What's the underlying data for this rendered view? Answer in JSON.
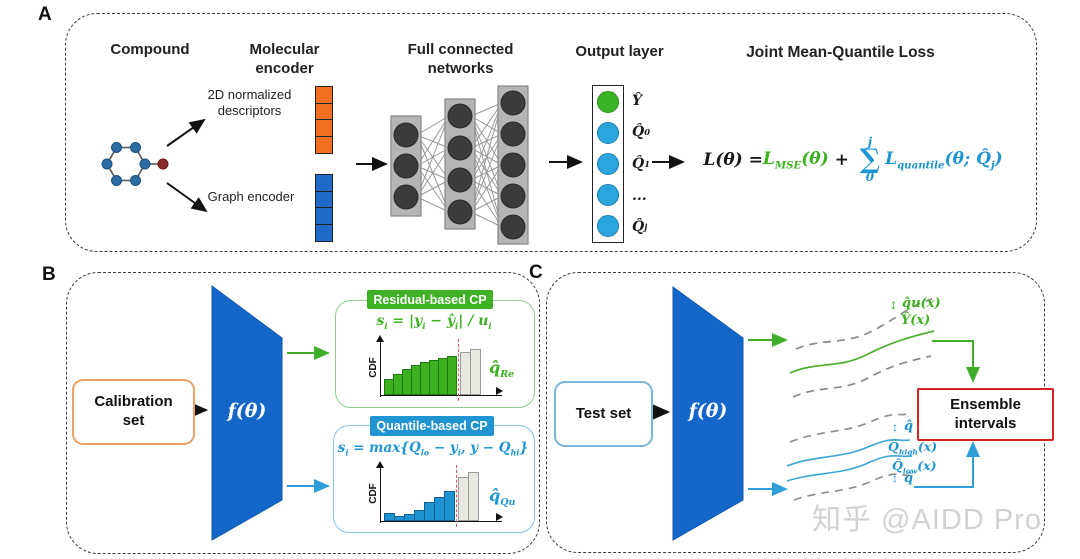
{
  "colors": {
    "accent_green": "#3cb01f",
    "accent_blue": "#1d95d2",
    "trapezoid_blue": "#1467c8",
    "orange_encoder": "#f36f21",
    "blue_encoder": "#1f6ac8",
    "output_green": "#3cb226",
    "output_blue": "#2aa6dc",
    "ensemble_red": "#d92121",
    "gray_bar": "#e8e8e1",
    "red_dashed": "#e2574c"
  },
  "panels": {
    "a": {
      "label": "A",
      "compound_title": "Compound",
      "molecular_encoder_title": "Molecular encoder",
      "descriptors_label": "2D normalized descriptors",
      "graph_encoder_label": "Graph encoder",
      "networks_title": "Full connected networks",
      "output_title": "Output layer",
      "loss_title": "Joint Mean-Quantile Loss",
      "output_labels": [
        {
          "b": "Ŷ",
          "s": ""
        },
        {
          "b": "Q̂",
          "s": "0"
        },
        {
          "b": "Q̂",
          "s": "1"
        },
        {
          "b": "...",
          "s": ""
        },
        {
          "b": "Q̂",
          "s": "j"
        }
      ],
      "loss": {
        "lhs": "L(θ) = ",
        "mse_base": "L",
        "mse_sub": "MSE",
        "mse_tail": "(θ)",
        "plus": " + ",
        "sum_top": "j",
        "sum_sym": "∑",
        "sum_bot": "0",
        "q_base": "L",
        "q_sub": "quantile",
        "q_tail1": "(θ; ",
        "q_hat": "Q̂",
        "q_tj": "j",
        "q_close": ")"
      }
    },
    "b": {
      "label": "B",
      "calibration_label": "Calibration set",
      "f_label": "f(θ)",
      "residual": {
        "title": "Residual-based CP",
        "f1": "s",
        "fs1": "i",
        "f2": " = |y",
        "fs2": "i",
        "f3": " − ŷ",
        "fs3": "i",
        "f4": "| / u",
        "fs4": "i",
        "cdf_label": "CDF",
        "qhat_base": "q̂",
        "qhat_sub": "Re",
        "bars": [
          0.3,
          0.4,
          0.5,
          0.58,
          0.63,
          0.67,
          0.71,
          0.75
        ],
        "gray_bars": [
          0.82,
          0.89
        ]
      },
      "quantile": {
        "title": "Quantile-based CP",
        "f1": "s",
        "fs1": "i",
        "f2": " = max{Q",
        "fs2": "lo",
        "f3": " − y",
        "fs3": "i",
        "f4": ", y − Q",
        "fs4": "hi",
        "f5": "}",
        "cdf_label": "CDF",
        "qhat_base": "q̂",
        "qhat_sub": "Qu",
        "bars": [
          0.16,
          0.1,
          0.14,
          0.22,
          0.36,
          0.46,
          0.58
        ],
        "gray_bars": [
          0.84,
          0.94
        ]
      }
    },
    "c": {
      "label": "C",
      "test_label": "Test set",
      "f_label": "f(θ)",
      "green_band": {
        "arrow": "↕",
        "qu_label": "q̂u(x)",
        "y_label": "Ŷ(x)"
      },
      "blue_band": {
        "arrow_top": "↕",
        "q_top": "q̂",
        "qhigh_base": "Q̂",
        "qhigh_sub": "high",
        "qhigh_tail": "(x)",
        "qlow_base": "Q̂",
        "qlow_sub": "low",
        "qlow_tail": "(x)",
        "arrow_bot": "↕",
        "q_bot": "q̂"
      },
      "ensemble_label": "Ensemble intervals"
    }
  },
  "watermark": "知乎 @AIDD Pro"
}
